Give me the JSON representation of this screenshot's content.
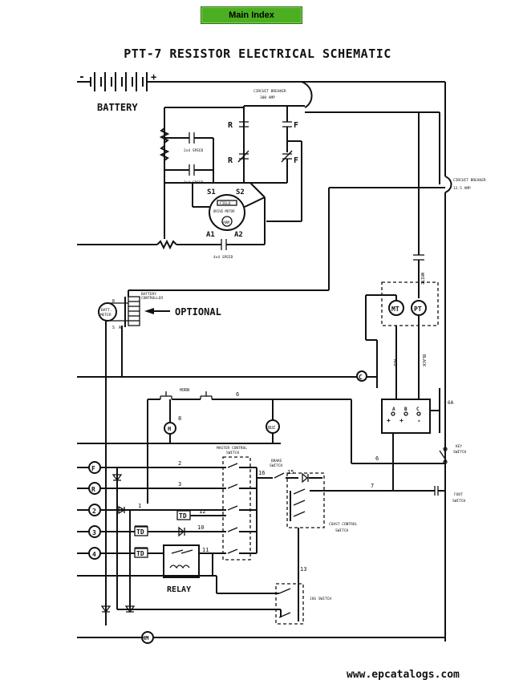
{
  "header": {
    "main_index_label": "Main Index",
    "title": "PTT-7  RESISTOR  ELECTRICAL  SCHEMATIC"
  },
  "footer": {
    "site": "www.epcatalogs.com"
  },
  "labels": {
    "battery": "BATTERY",
    "minus": "-",
    "plus": "+",
    "circuit_breaker_main": "CIRCUIT BREAKER",
    "circuit_breaker_main_rating": "300 AMP",
    "circuit_breaker_small": "CIRCUIT BREAKER",
    "circuit_breaker_small_rating": "12.5 AMP",
    "cap_1": "2x4 SPEED",
    "cap_2": "2x4 SPEED",
    "cap_3": "4x4 SPEED",
    "r_top": "R",
    "r_bottom": "R",
    "f_top": "F",
    "f_bottom": "F",
    "s1": "S1",
    "s2": "S2",
    "a1": "A1",
    "a2": "A2",
    "field": "FIELD",
    "drive_motor": "DRIVE MOTOR",
    "arm": "ARM",
    "batt_meter_1": "BATT.",
    "batt_meter_2": "METER",
    "battery_controller_1": "BATTERY",
    "battery_controller_2": "CONTROLLER",
    "optional": "OPTIONAL",
    "pin_b": "B",
    "pin_s": "S",
    "pin_a": "A",
    "white": "WHITE",
    "red": "RED",
    "black": "BLACK",
    "mt": "MT",
    "pt": "PT",
    "c": "C",
    "horn": "HORN",
    "h": "H",
    "buzz": "BUZ",
    "term_a": "A",
    "term_b": "B",
    "term_c": "C",
    "term_plus": "+",
    "term_plus2": "+",
    "term_minus": "-",
    "six_a": "6A",
    "key_switch_1": "KEY",
    "key_switch_2": "SWITCH",
    "master_control_1": "MASTER CONTROL",
    "master_control_2": "SWITCH",
    "brake_switch_1": "BRAKE",
    "brake_switch_2": "SWITCH",
    "foot_switch_1": "FOOT",
    "foot_switch_2": "SWITCH",
    "coast_control_1": "COAST CONTROL",
    "coast_control_2": "SWITCH",
    "jog_switch": "JOG SWITCH",
    "relay": "RELAY",
    "td": "TD",
    "hm": "HM",
    "in_f": "F",
    "in_r": "R",
    "in_2": "2",
    "in_3": "3",
    "in_4": "4",
    "w1": "1",
    "w2": "2",
    "w3": "3",
    "w6a": "6",
    "w6b": "6",
    "w7": "7",
    "w8": "8",
    "w10": "10",
    "w11": "11",
    "w12": "12",
    "w13": "13",
    "w15": "15",
    "w16": "16"
  }
}
